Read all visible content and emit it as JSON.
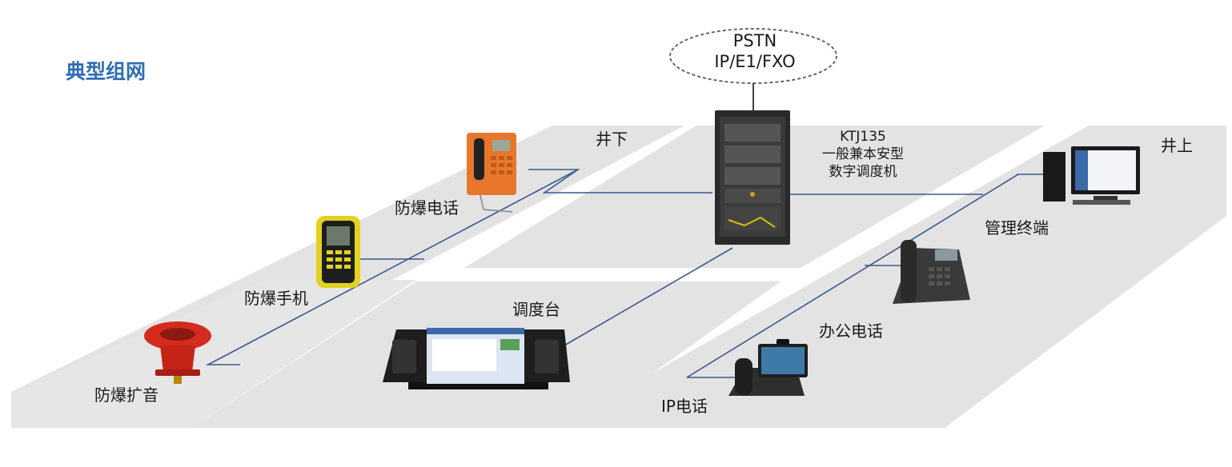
{
  "title": "典型组网",
  "cloud": {
    "line1": "PSTN",
    "line2": "IP/E1/FXO"
  },
  "switch": {
    "model": "KTJ135",
    "desc1": "一般兼本安型",
    "desc2": "数字调度机"
  },
  "zones": {
    "underground": "井下",
    "surface": "井上"
  },
  "devices": {
    "ex_phone": "防爆电话",
    "ex_mobile": "防爆手机",
    "ex_speaker": "防爆扩音",
    "console": "调度台",
    "mgmt_terminal": "管理终端",
    "office_phone": "办公电话",
    "ip_phone": "IP电话"
  },
  "colors": {
    "title": "#2f6db5",
    "link": "#3a5a8f",
    "band": "#e3e3e3"
  }
}
